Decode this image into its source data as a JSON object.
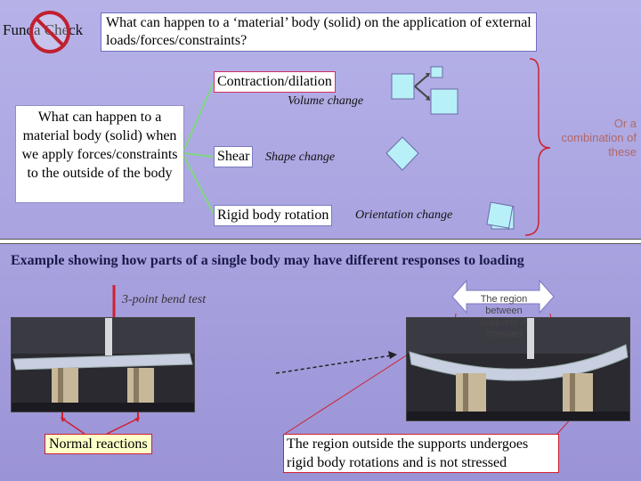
{
  "header": {
    "funda_label": "Funda Check",
    "question_title": "What can happen to a ‘material’ body (solid) on the application of external loads/forces/constraints?"
  },
  "left_question": "What can happen to a material body (solid) when we apply forces/constraints to the outside of the body",
  "responses": {
    "contraction_label": "Contraction/dilation",
    "volume_note": "Volume change",
    "shear_label": "Shear",
    "shear_note": "Shape change",
    "rigid_label": "Rigid body rotation",
    "rigid_note": "Orientation change",
    "combination_note": "Or a combination of these"
  },
  "example": {
    "title": "Example showing how parts of a single body may have different responses to loading",
    "bend_test_label": "3-point bend test",
    "stressed_region_label": "The region between supports is stressed",
    "normal_reactions_label": "Normal reactions",
    "outside_region_label": "The region outside the supports undergoes rigid body rotations and is not stressed"
  },
  "icons": [
    "no-entry-icon",
    "arrow-icon"
  ],
  "colors": {
    "background": "#a9a3e0",
    "arrow_green": "#7fd87f",
    "shape_fill": "#b8f0f8",
    "highlight_red": "#d02030",
    "note_yellow": "#ffffc8"
  }
}
